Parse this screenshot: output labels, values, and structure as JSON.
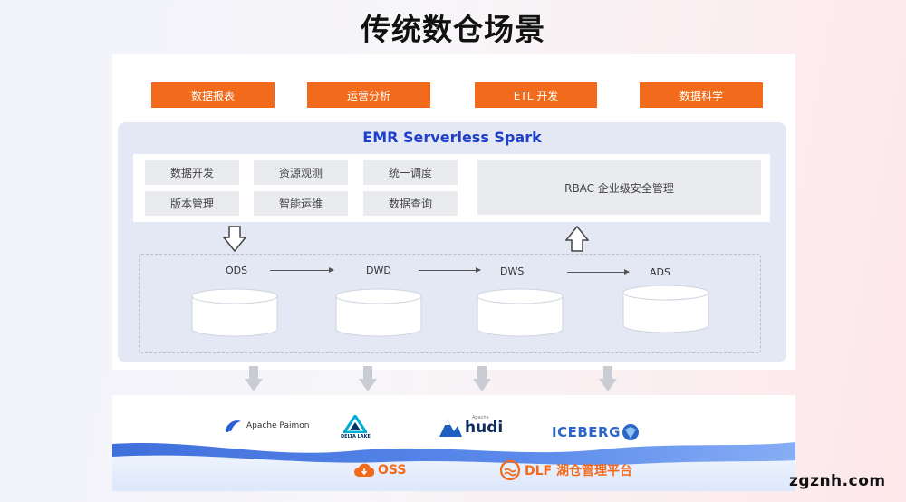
{
  "title": "传统数仓场景",
  "apps": [
    "数据报表",
    "运营分析",
    "ETL 开发",
    "数据科学"
  ],
  "emr": {
    "title": "EMR Serverless Spark",
    "features": [
      "数据开发",
      "资源观测",
      "统一调度",
      "版本管理",
      "智能运维",
      "数据查询"
    ],
    "rbac": "RBAC 企业级安全管理"
  },
  "layers": [
    "ODS",
    "DWD",
    "DWS",
    "ADS"
  ],
  "lake": {
    "formats": {
      "paimon": "Apache Paimon",
      "delta": "DELTA LAKE",
      "hudi_prefix": "Apache",
      "hudi": "hudi",
      "iceberg": "ICEBERG"
    },
    "storage": {
      "oss": "OSS",
      "dlf": "DLF 湖仓管理平台"
    }
  },
  "watermark": "zgznh.com",
  "colors": {
    "accent_orange": "#f26a1c",
    "emr_blue": "#1f40c8",
    "lake_blue": "#3d6fdc"
  }
}
